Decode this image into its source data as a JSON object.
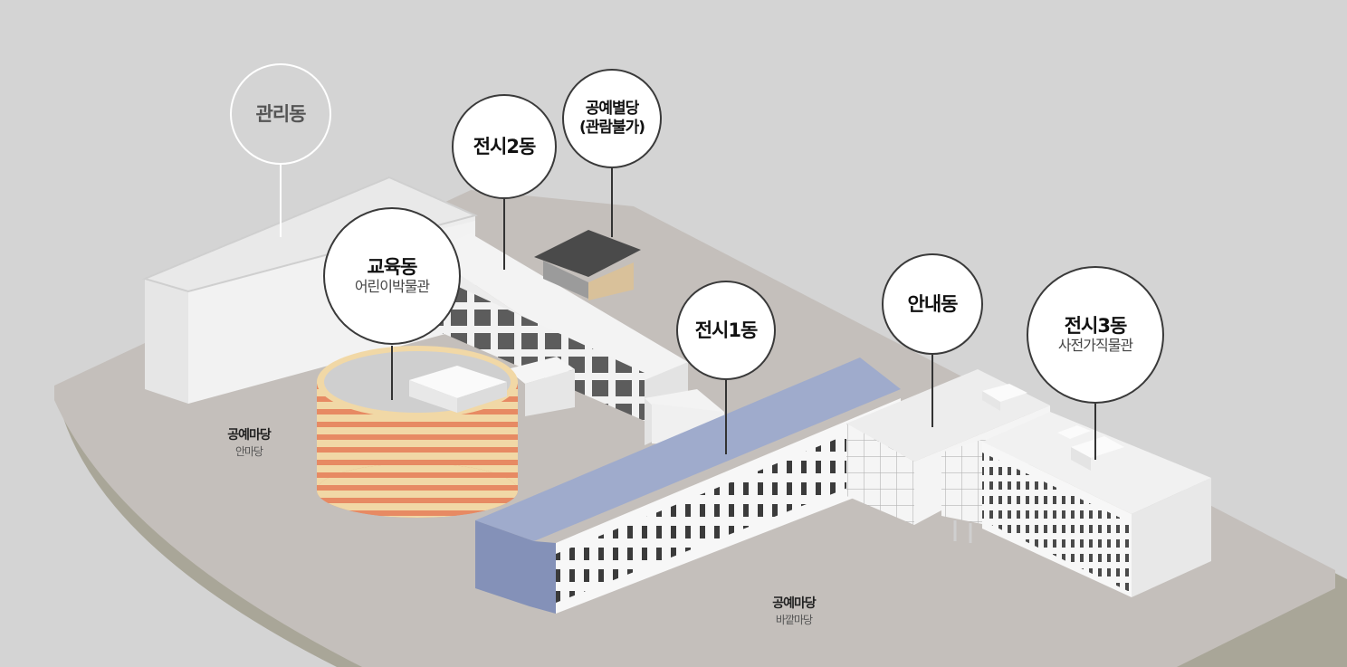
{
  "colors": {
    "background": "#d4d4d4",
    "ground": "#c4bfbb",
    "ground_edge": "#a9a698",
    "building_white": "#f4f4f4",
    "building_side": "#e2e2e2",
    "exhibition1_roof": "#9fabcc",
    "education_stripe": "#e78a63",
    "education_base": "#f1d8a6",
    "annex_roof": "#4a4a4a",
    "pin_border": "#3a3a3a"
  },
  "pins": {
    "admin": {
      "title": "관리동",
      "icon": "admin-building-pin"
    },
    "exhibition2": {
      "title": "전시2동",
      "icon": "exhibition-building-pin"
    },
    "annex": {
      "title": "공예별당",
      "subtitle": "(관람불가)",
      "icon": "annex-building-pin"
    },
    "education": {
      "title": "교육동",
      "subtitle": "어린이박물관",
      "icon": "education-building-pin"
    },
    "exhibition1": {
      "title": "전시1동",
      "icon": "exhibition-building-pin"
    },
    "info": {
      "title": "안내동",
      "icon": "info-building-pin"
    },
    "exhibition3": {
      "title": "전시3동",
      "subtitle": "사전가직물관",
      "icon": "exhibition-building-pin"
    }
  },
  "yards": {
    "inner": {
      "title": "공예마당",
      "subtitle": "안마당"
    },
    "outer": {
      "title": "공예마당",
      "subtitle": "바깥마당"
    }
  }
}
